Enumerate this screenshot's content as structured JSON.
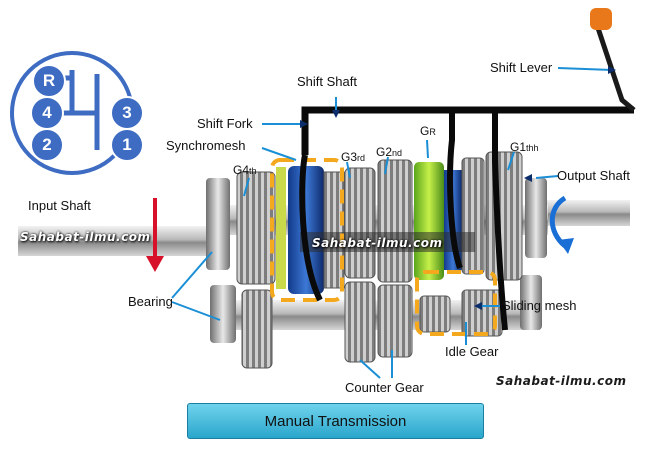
{
  "diagram": {
    "title": "Manual Transmission",
    "labels": {
      "shift_lever": "Shift Lever",
      "shift_shaft": "Shift Shaft",
      "shift_fork": "Shift Fork",
      "synchromesh": "Synchromesh",
      "input_shaft": "Input Shaft",
      "output_shaft": "Output Shaft",
      "bearing": "Bearing",
      "sliding_mesh": "Sliding mesh",
      "idle_gear": "Idle Gear",
      "counter_gear": "Counter Gear"
    },
    "gear_labels": {
      "g4": {
        "base": "G4",
        "sub": "th"
      },
      "g3": {
        "base": "G3",
        "sub": "rd"
      },
      "g2": {
        "base": "G2",
        "sub": "nd"
      },
      "gr": {
        "base": "G",
        "sub": "R"
      },
      "g1": {
        "base": "G1",
        "sub": "thh"
      }
    },
    "shift_pattern": [
      "R",
      "4",
      "3",
      "2",
      "1"
    ],
    "watermark": "Sahabat-ilmu.com",
    "colors": {
      "accent_blue": "#1a8fd6",
      "dark_blue": "#0b2d6b",
      "highlight_orange": "#f4a81d",
      "shift_pattern_blue": "#3d6cc2",
      "input_arrow_red": "#d8112a",
      "lever_knob": "#e9781a",
      "title_box": "#3fb9de"
    }
  }
}
